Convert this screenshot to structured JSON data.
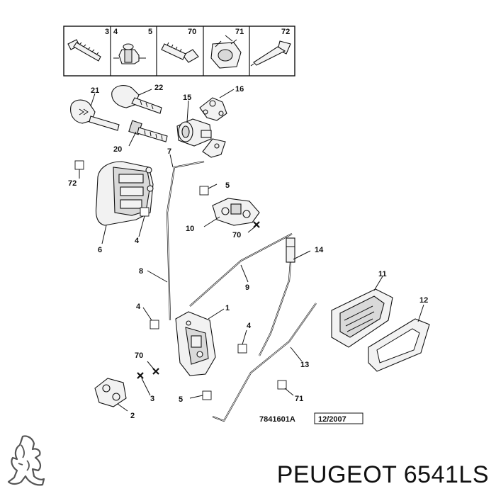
{
  "fastener_strip": [
    {
      "left": "3",
      "right": "",
      "icon": "screw-icon"
    },
    {
      "left": "4",
      "right": "5",
      "icon": "clip-icon"
    },
    {
      "left": "70",
      "right": "",
      "icon": "bolt-icon"
    },
    {
      "left": "71",
      "right": "",
      "icon": "nut-clip-icon"
    },
    {
      "left": "72",
      "right": "",
      "icon": "rivet-icon"
    }
  ],
  "callouts": {
    "c21": "21",
    "c22": "22",
    "c15": "15",
    "c16": "16",
    "c20": "20",
    "c7": "7",
    "c72": "72",
    "c5a": "5",
    "c10": "10",
    "c70a": "70",
    "c6": "6",
    "c4a": "4",
    "c14": "14",
    "c8": "8",
    "c9": "9",
    "c11": "11",
    "c12": "12",
    "c4b": "4",
    "c1": "1",
    "c4c": "4",
    "c13": "13",
    "c70b": "70",
    "c3": "3",
    "c5b": "5",
    "c71": "71",
    "c2": "2"
  },
  "reference_code": "7841601A",
  "reference_date": "12/2007",
  "caption": "PEUGEOT 6541LS",
  "logo_icon": "peugeot-lion-icon"
}
